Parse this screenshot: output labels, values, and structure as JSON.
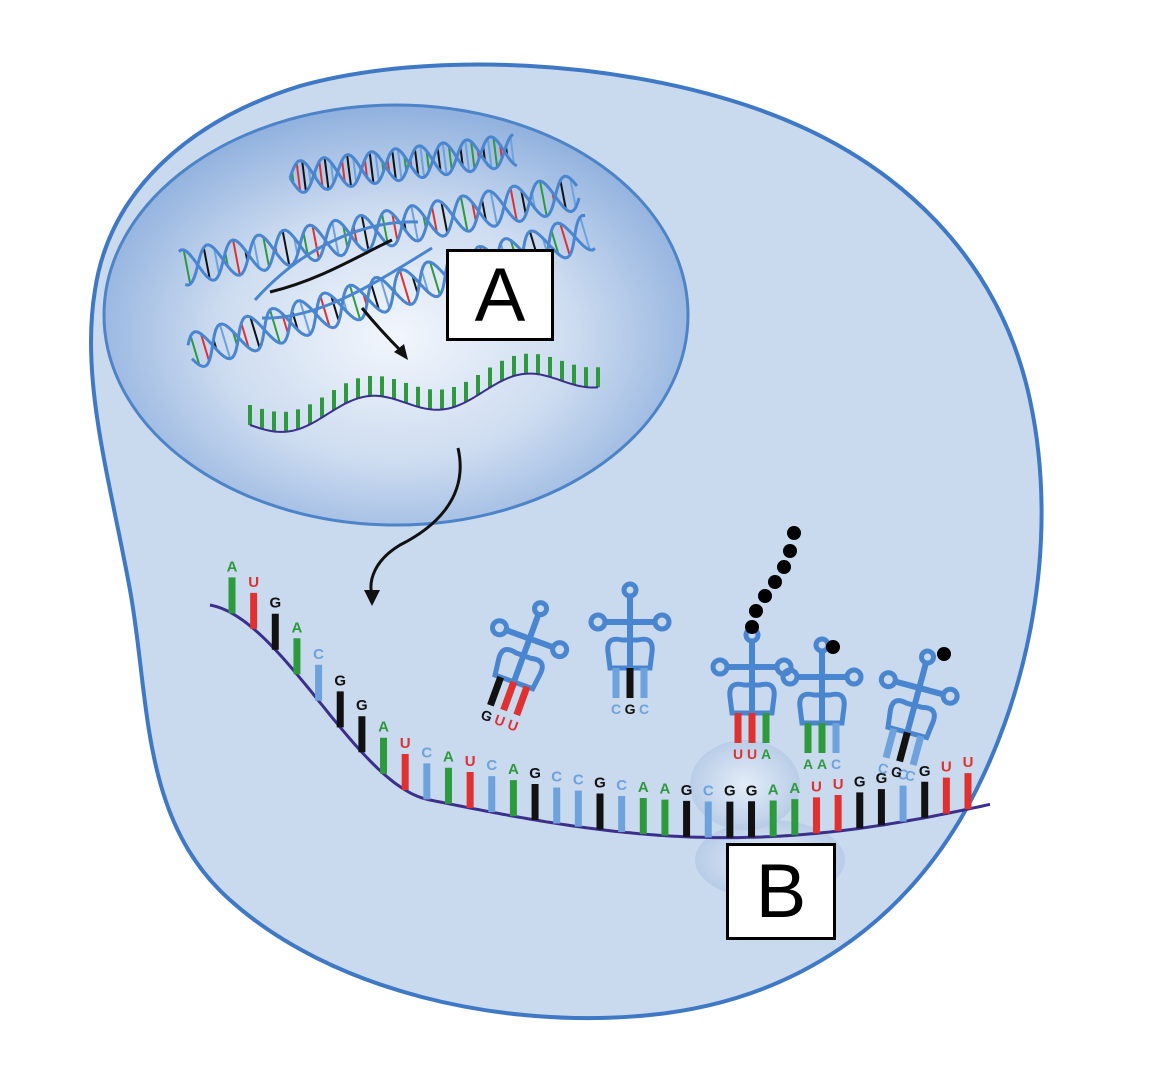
{
  "labels": {
    "a": "A",
    "b": "B"
  },
  "mrna_bases": [
    "A",
    "U",
    "G",
    "A",
    "C",
    "G",
    "G",
    "A",
    "U",
    "C",
    "A",
    "U",
    "C",
    "A",
    "G",
    "C",
    "C",
    "G",
    "C",
    "A",
    "A",
    "G",
    "C",
    "G",
    "G",
    "A",
    "A",
    "U",
    "U",
    "G",
    "G",
    "C",
    "G",
    "U",
    "U"
  ],
  "trna_anticodons": [
    [
      "G",
      "U",
      "U"
    ],
    [
      "C",
      "G",
      "C"
    ],
    [
      "U",
      "U",
      "A"
    ],
    [
      "A",
      "A",
      "C"
    ],
    [
      "C",
      "G",
      "C"
    ]
  ],
  "colors": {
    "A": "#2e9a3e",
    "U": "#e03030",
    "G": "#111111",
    "C": "#6ea2dc",
    "cell_fill": "#c9d9ee",
    "cell_stroke": "#3f78c4",
    "nucleus": "#a9c3e6",
    "trna": "#4a86cf",
    "strand": "#3a2f8a",
    "peptide": "#000000"
  }
}
